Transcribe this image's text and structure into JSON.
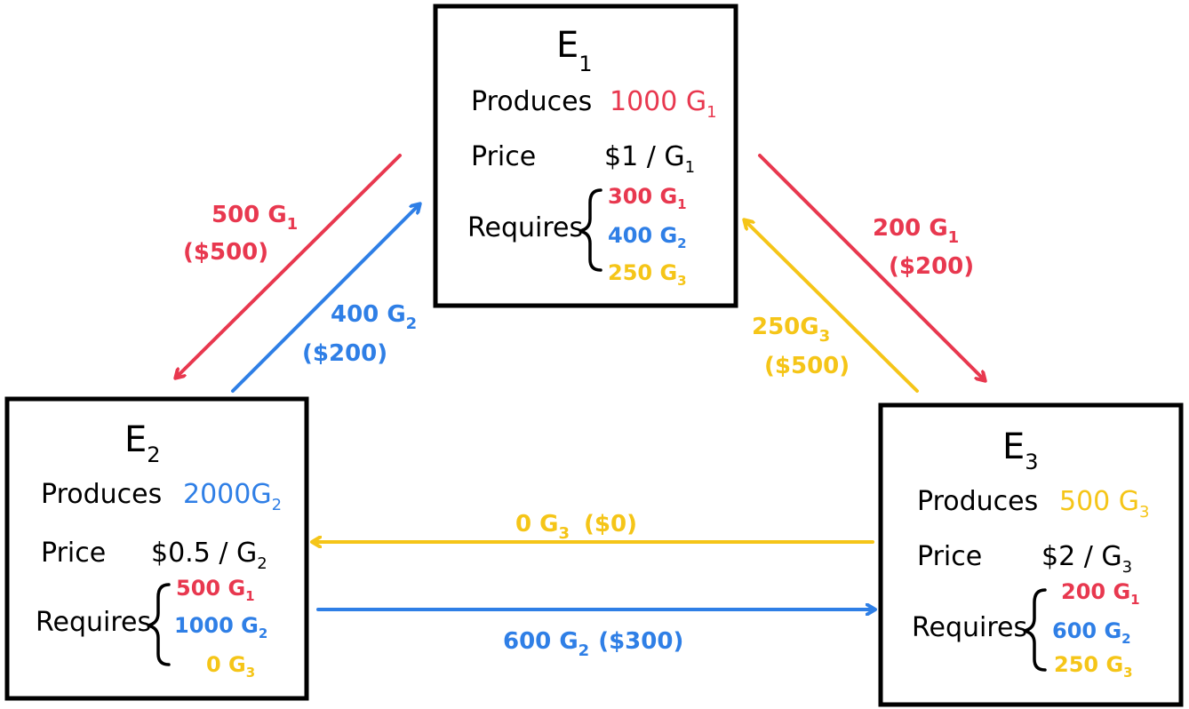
{
  "colors": {
    "g1": "#e8384f",
    "g2": "#2f7fe6",
    "g3": "#f5c518",
    "ink": "#000000"
  },
  "entities": {
    "e1": {
      "name": "E",
      "sub": "1",
      "produces_label": "Produces",
      "produces_value": "1000 G",
      "produces_sub": "1",
      "price_label": "Price",
      "price_value": "$1 / G",
      "price_sub": "1",
      "requires_label": "Requires",
      "requires": [
        {
          "value": "300 G",
          "sub": "1"
        },
        {
          "value": "400 G",
          "sub": "2"
        },
        {
          "value": "250 G",
          "sub": "3"
        }
      ]
    },
    "e2": {
      "name": "E",
      "sub": "2",
      "produces_label": "Produces",
      "produces_value": "2000G",
      "produces_sub": "2",
      "price_label": "Price",
      "price_value": "$0.5 / G",
      "price_sub": "2",
      "requires_label": "Requires",
      "requires": [
        {
          "value": "500 G",
          "sub": "1"
        },
        {
          "value": "1000 G",
          "sub": "2"
        },
        {
          "value": "0 G",
          "sub": "3"
        }
      ]
    },
    "e3": {
      "name": "E",
      "sub": "3",
      "produces_label": "Produces",
      "produces_value": "500 G",
      "produces_sub": "3",
      "price_label": "Price",
      "price_value": "$2 / G",
      "price_sub": "3",
      "requires_label": "Requires",
      "requires": [
        {
          "value": "200 G",
          "sub": "1"
        },
        {
          "value": "600 G",
          "sub": "2"
        },
        {
          "value": "250 G",
          "sub": "3"
        }
      ]
    }
  },
  "flows": {
    "e1_to_e2": {
      "amount": "500 G",
      "sub": "1",
      "cost": "($500)"
    },
    "e2_to_e1": {
      "amount": "400 G",
      "sub": "2",
      "cost": "($200)"
    },
    "e1_to_e3": {
      "amount": "200 G",
      "sub": "1",
      "cost": "($200)"
    },
    "e3_to_e1": {
      "amount": "250G",
      "sub": "3",
      "cost": "($500)"
    },
    "e3_to_e2": {
      "amount": "0 G",
      "sub": "3",
      "cost": "($0)"
    },
    "e2_to_e3": {
      "amount": "600 G",
      "sub": "2",
      "cost": "($300)"
    }
  }
}
